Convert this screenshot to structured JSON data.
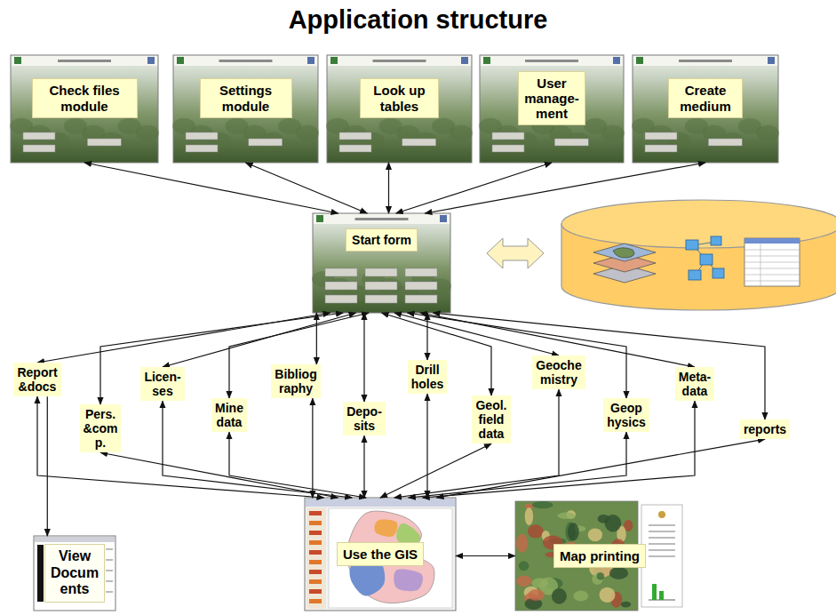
{
  "diagram": {
    "title": "Application structure",
    "nodes": [
      {
        "text": [
          "Check files module"
        ]
      },
      {
        "text": [
          "Settings module"
        ]
      },
      {
        "text": [
          "Look up tables"
        ]
      },
      {
        "text": [
          "User manage- ment"
        ]
      },
      {
        "text": [
          "Create medium"
        ]
      },
      {
        "text": [
          "Start form"
        ]
      },
      {
        "text": [
          "Report &docs"
        ]
      },
      {
        "text": [
          "Pers. &com p."
        ]
      },
      {
        "text": [
          "Licen- ses"
        ]
      },
      {
        "text": [
          "Mine data"
        ]
      },
      {
        "text": [
          "Bibliog raphy"
        ]
      },
      {
        "text": [
          "Depo- sits"
        ]
      },
      {
        "text": [
          "Drill holes"
        ]
      },
      {
        "text": [
          "Geol. field data"
        ]
      },
      {
        "text": [
          "Geoche mistry"
        ]
      },
      {
        "text": [
          "Geop hysics"
        ]
      },
      {
        "text": [
          "Meta- data"
        ]
      },
      {
        "text": [
          "reports"
        ]
      },
      {
        "text": [
          "Use the GIS"
        ]
      },
      {
        "text": [
          "Map printing"
        ]
      },
      {
        "text": [
          "View Docum ents"
        ]
      }
    ],
    "edges": [
      {
        "from": 0,
        "to": 5,
        "arrow": "both"
      },
      {
        "from": 1,
        "to": 5,
        "arrow": "both"
      },
      {
        "from": 2,
        "to": 5,
        "arrow": "both"
      },
      {
        "from": 3,
        "to": 5,
        "arrow": "both"
      },
      {
        "from": 4,
        "to": 5,
        "arrow": "both"
      },
      {
        "from": 5,
        "to": 6,
        "arrow": "both"
      },
      {
        "from": 5,
        "to": 7,
        "arrow": "both"
      },
      {
        "from": 5,
        "to": 8,
        "arrow": "both"
      },
      {
        "from": 5,
        "to": 9,
        "arrow": "both"
      },
      {
        "from": 5,
        "to": 10,
        "arrow": "both"
      },
      {
        "from": 5,
        "to": 11,
        "arrow": "both"
      },
      {
        "from": 5,
        "to": 12,
        "arrow": "both"
      },
      {
        "from": 5,
        "to": 13,
        "arrow": "both"
      },
      {
        "from": 5,
        "to": 14,
        "arrow": "both"
      },
      {
        "from": 5,
        "to": 15,
        "arrow": "both"
      },
      {
        "from": 5,
        "to": 16,
        "arrow": "both"
      },
      {
        "from": 5,
        "to": 17,
        "arrow": "both"
      },
      {
        "from": 18,
        "to": 6,
        "arrow": "both"
      },
      {
        "from": 18,
        "to": 7,
        "arrow": "both"
      },
      {
        "from": 18,
        "to": 8,
        "arrow": "both"
      },
      {
        "from": 18,
        "to": 9,
        "arrow": "both"
      },
      {
        "from": 18,
        "to": 10,
        "arrow": "both"
      },
      {
        "from": 18,
        "to": 11,
        "arrow": "both"
      },
      {
        "from": 18,
        "to": 12,
        "arrow": "both"
      },
      {
        "from": 18,
        "to": 13,
        "arrow": "both"
      },
      {
        "from": 18,
        "to": 14,
        "arrow": "both"
      },
      {
        "from": 18,
        "to": 15,
        "arrow": "both"
      },
      {
        "from": 18,
        "to": 16,
        "arrow": "both"
      },
      {
        "from": 18,
        "to": 17,
        "arrow": "both"
      },
      {
        "from": 6,
        "to": 20,
        "arrow": "to"
      },
      {
        "from": 18,
        "to": 19,
        "arrow": "both"
      }
    ]
  }
}
